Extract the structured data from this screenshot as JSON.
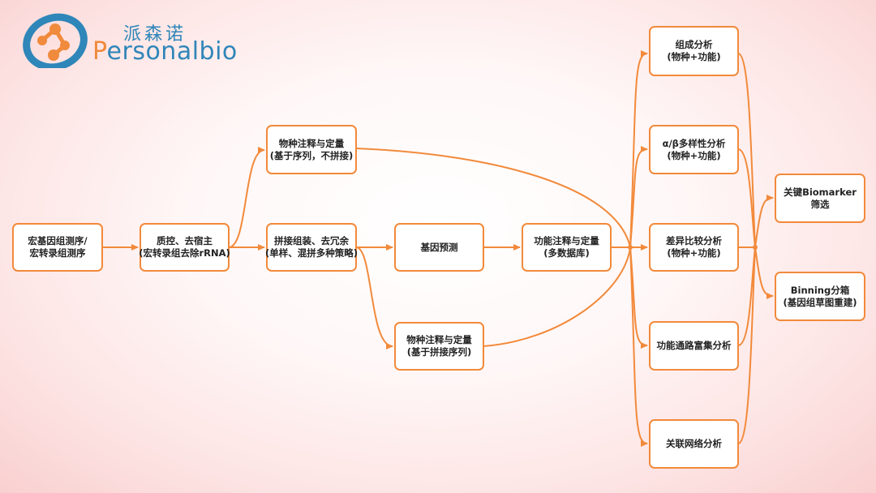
{
  "brand": {
    "name_cn": "派森诺",
    "name_en_prefix": "P",
    "name_en_rest": "ersonalbio"
  },
  "colors": {
    "accent": "#f28a3b",
    "brand_blue": "#2f86b9",
    "brand_orange": "#f08a3c"
  },
  "nodes": {
    "seq": {
      "line1": "宏基因组测序/",
      "line2": "宏转录组测序"
    },
    "qc": {
      "line1": "质控、去宿主",
      "line2": "(宏转录组去除rRNA)"
    },
    "species_read": {
      "line1": "物种注释与定量",
      "line2": "(基于序列，不拼接)"
    },
    "assembly": {
      "line1": "拼接组装、去冗余",
      "line2": "(单样、混拼多种策略)"
    },
    "gene_pred": {
      "line1": "基因预测"
    },
    "species_contig": {
      "line1": "物种注释与定量",
      "line2": "(基于拼接序列)"
    },
    "func_annot": {
      "line1": "功能注释与定量",
      "line2": "(多数据库)"
    },
    "composition": {
      "line1": "组成分析",
      "line2": "(物种+功能)"
    },
    "diversity": {
      "line1": "α/β多样性分析",
      "line2": "(物种+功能)"
    },
    "diff": {
      "line1": "差异比较分析",
      "line2": "(物种+功能)"
    },
    "pathway": {
      "line1": "功能通路富集分析"
    },
    "network": {
      "line1": "关联网络分析"
    },
    "biomarker": {
      "line1": "关键Biomarker",
      "line2": "筛选"
    },
    "binning": {
      "line1": "Binning分箱",
      "line2": "(基因组草图重建)"
    }
  }
}
